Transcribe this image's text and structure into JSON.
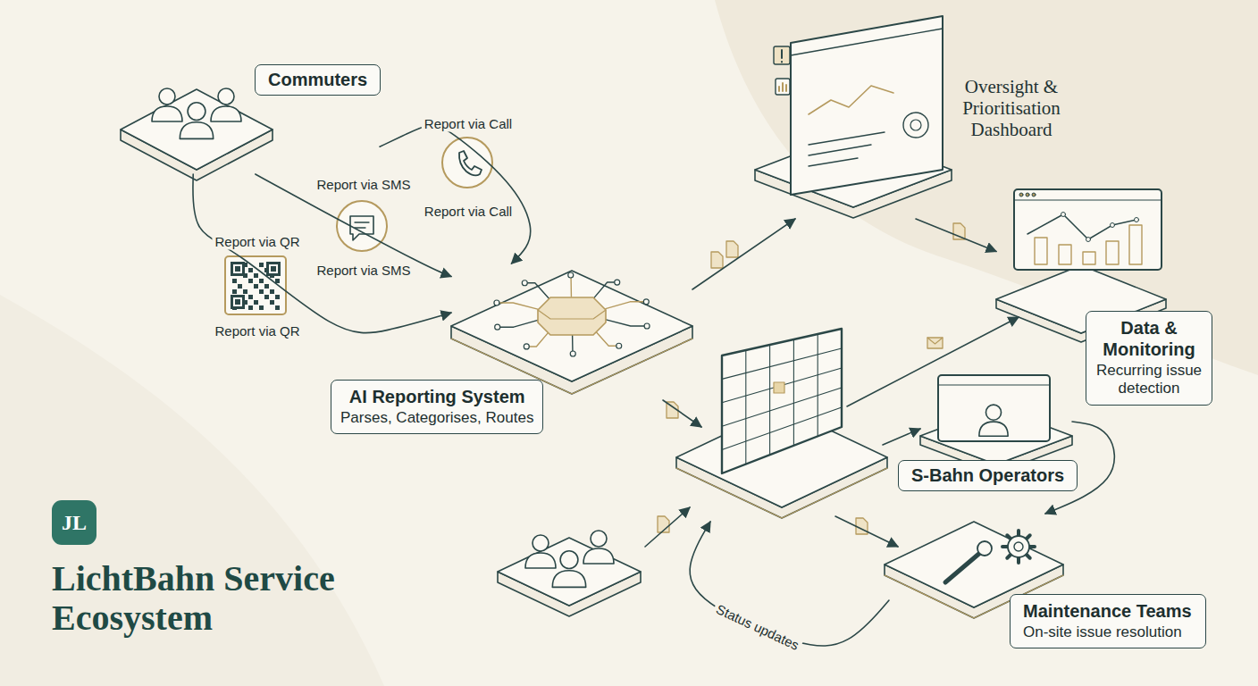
{
  "diagram": {
    "title": "LichtBahn Service Ecosystem",
    "nodes": [
      {
        "text": [
          "Commuters"
        ]
      },
      {
        "text": [
          "Oversight & Prioritisation Dashboard"
        ]
      },
      {
        "text": [
          "AI Reporting System",
          "Parses, Categorises, Routes"
        ]
      },
      {
        "text": [
          "Data & Monitoring",
          "Recurring issue detection"
        ]
      },
      {
        "text": [
          "S-Bahn Operators"
        ]
      },
      {
        "text": [
          "Maintenance Teams",
          "On-site issue resolution"
        ]
      }
    ],
    "edges": [
      {
        "from": 0,
        "to": 2,
        "label": "Report via Call",
        "arrow": "to"
      },
      {
        "from": 0,
        "to": 2,
        "label": "Report via SMS",
        "arrow": "to"
      },
      {
        "from": 0,
        "to": 2,
        "label": "Report via QR",
        "arrow": "to"
      },
      {
        "from": 2,
        "to": 1,
        "arrow": "to"
      },
      {
        "from": 1,
        "to": 3,
        "arrow": "to"
      },
      {
        "from": 4,
        "to": 5,
        "arrow": "to"
      }
    ],
    "labels": [
      "Report via Call",
      "Report via SMS",
      "Report via QR",
      "Status updates",
      "JL"
    ]
  }
}
